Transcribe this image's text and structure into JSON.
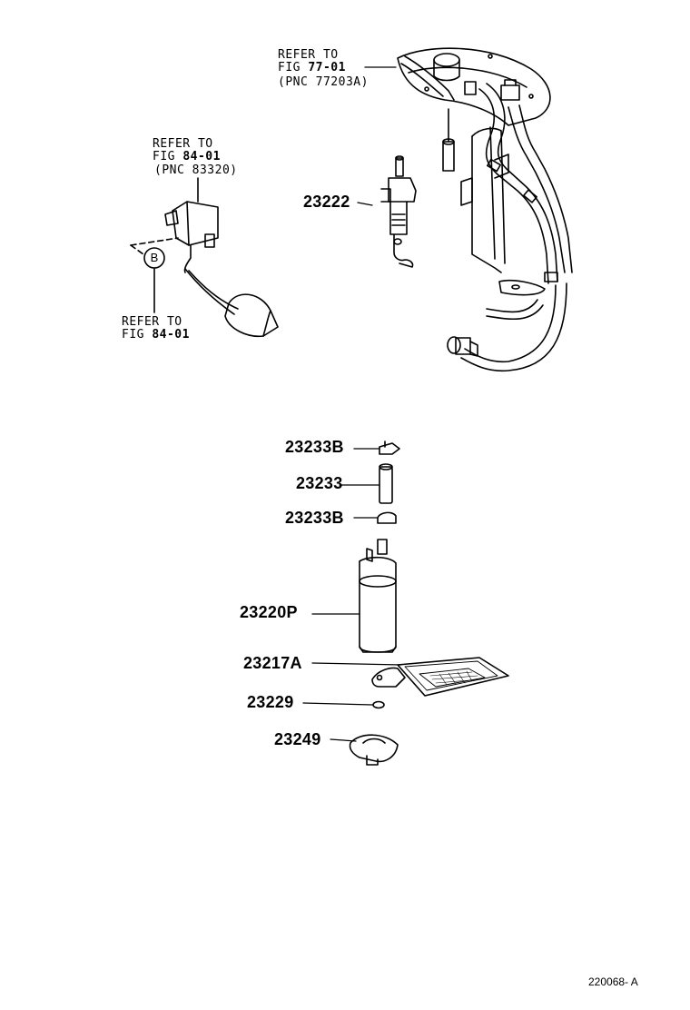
{
  "refs": {
    "top_right": {
      "line1": "REFER TO",
      "line2_prefix": "FIG ",
      "line2_fig": "77-01",
      "line3": "(PNC 77203A)"
    },
    "left_upper": {
      "line1": "REFER TO",
      "line2_prefix": "FIG ",
      "line2_fig": "84-01",
      "line3": "(PNC 83320)"
    },
    "left_lower": {
      "line1": "REFER TO",
      "line2_prefix": "FIG ",
      "line2_fig": "84-01"
    }
  },
  "callout_letter": "B",
  "parts": [
    {
      "key": "p23222",
      "number": "23222"
    },
    {
      "key": "p23233b_top",
      "number": "23233B"
    },
    {
      "key": "p23233",
      "number": "23233"
    },
    {
      "key": "p23233b_bottom",
      "number": "23233B"
    },
    {
      "key": "p23220p",
      "number": "23220P"
    },
    {
      "key": "p23217a",
      "number": "23217A"
    },
    {
      "key": "p23229",
      "number": "23229"
    },
    {
      "key": "p23249",
      "number": "23249"
    }
  ],
  "diagram_code": "220068- A"
}
